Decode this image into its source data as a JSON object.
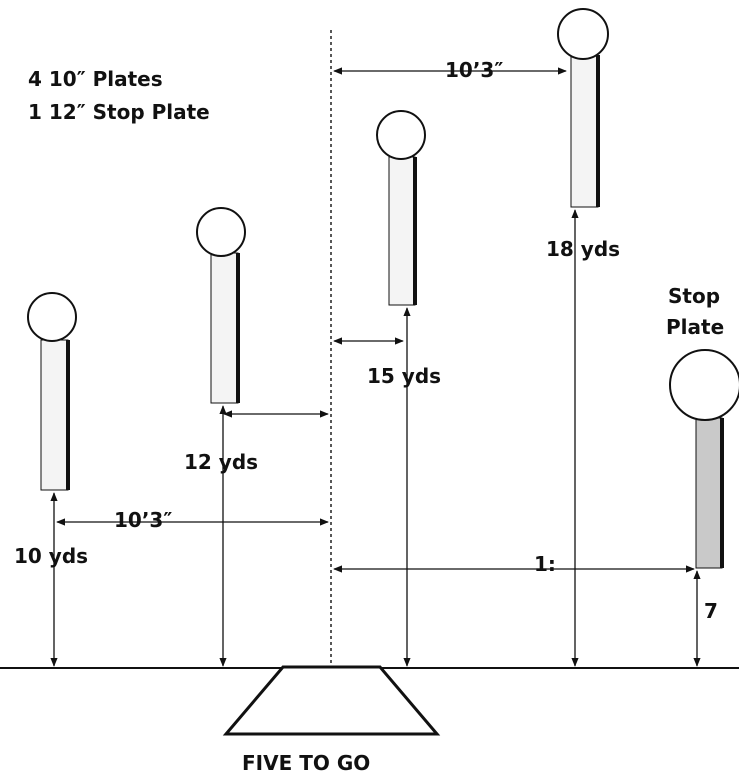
{
  "legend": {
    "line1": "4 10″ Plates",
    "line2": "1 12″ Stop Plate"
  },
  "stop_label": {
    "line1": "Stop",
    "line2": "Plate"
  },
  "distances": {
    "plate1": "10 yds",
    "plate2": "12 yds",
    "plate3": "15 yds",
    "plate4": "18 yds",
    "stop": "7"
  },
  "spacing": {
    "left": "10’3″",
    "top": "10’3″",
    "stop_offset": "1:"
  },
  "box_label": "FIVE TO GO",
  "colors": {
    "ink": "#111111",
    "post_fill": "#f4f4f4",
    "stop_post_fill": "#c9c9c9"
  }
}
